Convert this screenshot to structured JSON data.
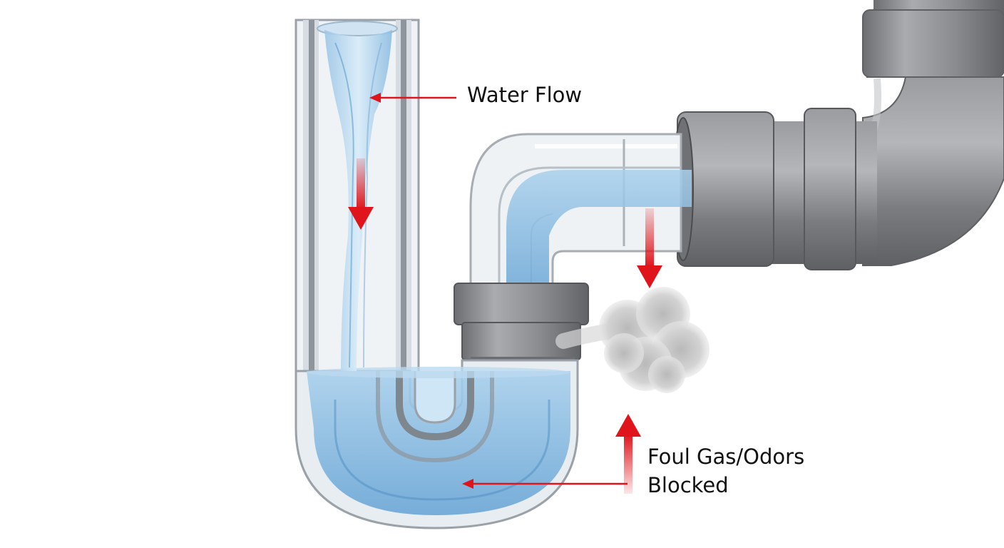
{
  "labels": {
    "water_flow": "Water Flow",
    "foul_gas_line1": "Foul Gas/Odors",
    "foul_gas_line2": "Blocked"
  },
  "colors": {
    "background": "#ffffff",
    "pipe_gray": "#7d7f83",
    "pipe_dark": "#5a5c60",
    "clear_pipe": "#c9d0d6",
    "water": "#8fbde0",
    "water_deep": "#5f9cd0",
    "arrow_red": "#e0141b",
    "gas_cloud": "#c9c9c9",
    "text": "#111111"
  },
  "icons": [
    "down-arrow-icon",
    "up-arrow-icon",
    "gas-cloud-icon"
  ]
}
